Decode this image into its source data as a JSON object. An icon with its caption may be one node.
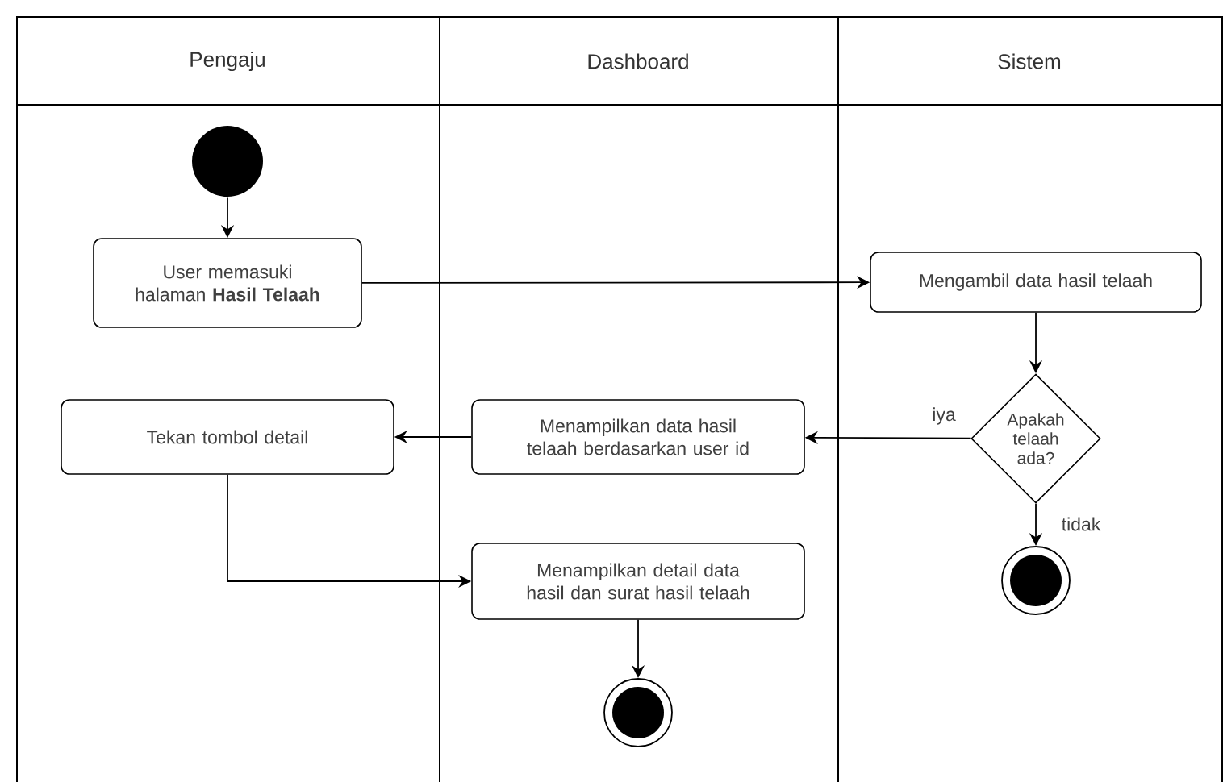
{
  "diagram": {
    "nodes": [
      {
        "text": [
          "Pengaju"
        ]
      },
      {
        "text": [
          "Dashboard"
        ]
      },
      {
        "text": [
          "Sistem"
        ]
      },
      {
        "text": [],
        "shape": "circle",
        "in": 0
      },
      {
        "text": [
          "User memasuki halaman **Hasil Telaah**"
        ],
        "in": 0
      },
      {
        "text": [
          "Mengambil data hasil telaah"
        ],
        "in": 2
      },
      {
        "text": [
          "Apakah telaah ada?"
        ],
        "in": 2
      },
      {
        "text": [
          "Menampilkan data hasil telaah berdasarkan user id"
        ],
        "in": 1
      },
      {
        "text": [
          "Tekan tombol detail"
        ],
        "in": 0
      },
      {
        "text": [],
        "shape": "circle",
        "in": 2
      },
      {
        "text": [
          "Menampilkan detail data hasil dan surat hasil telaah"
        ],
        "in": 1
      },
      {
        "text": [],
        "shape": "circle",
        "in": 1
      }
    ],
    "edges": [
      {
        "from": 3,
        "to": 4,
        "arrow": "to"
      },
      {
        "from": 4,
        "to": 5,
        "arrow": "to"
      },
      {
        "from": 5,
        "to": 6,
        "arrow": "to"
      },
      {
        "from": 6,
        "to": 7,
        "arrow": "to",
        "label": "iya"
      },
      {
        "from": 6,
        "to": 9,
        "arrow": "to",
        "label": "tidak"
      },
      {
        "from": 7,
        "to": 8,
        "arrow": "to"
      },
      {
        "from": 8,
        "to": 10,
        "arrow": "to"
      },
      {
        "from": 10,
        "to": 11,
        "arrow": "to"
      }
    ]
  }
}
